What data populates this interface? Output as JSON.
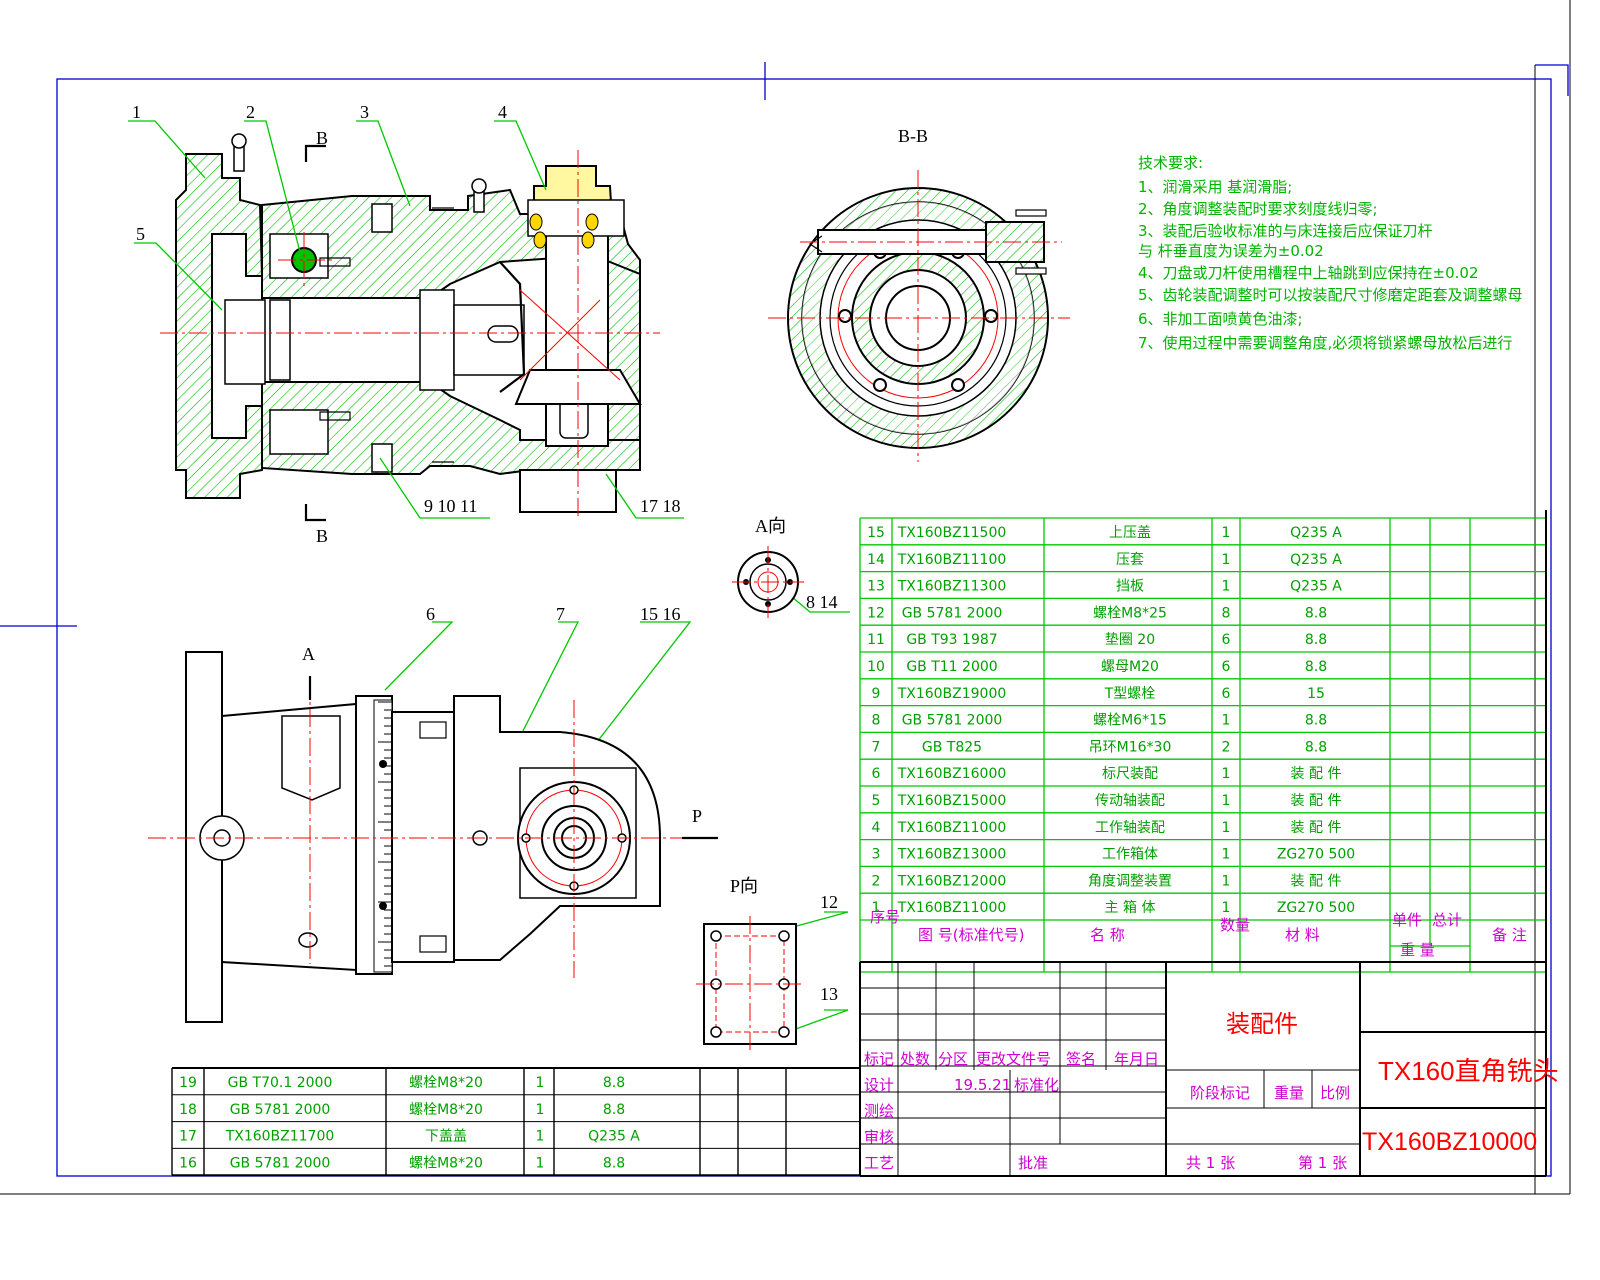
{
  "callouts": [
    "1",
    "2",
    "3",
    "4",
    "5",
    "9 10 11",
    "17 18",
    "6",
    "7",
    "15 16",
    "8 14",
    "12",
    "13"
  ],
  "view_labels": {
    "b_top": "B",
    "b_bottom": "B",
    "section_bb": "B-B",
    "a_arrow": "A",
    "a_view": "A向",
    "p_arrow": "P",
    "p_view": "P向"
  },
  "tech_requirements": {
    "title": "技术要求:",
    "items": [
      "1、润滑采用   基润滑脂;",
      "2、角度调整装配时要求刻度线归零;",
      "3、装配后验收标准的与床连接后应保证刀杆",
      "    与   杆垂直度为误差为±0.02",
      "4、刀盘或刀杆使用槽程中上轴跳到应保持在±0.02",
      "5、齿轮装配调整时可以按装配尺寸修磨定距套及调整螺母",
      "6、非加工面喷黄色油漆;",
      "7、使用过程中需要调整角度,必须将锁紧螺母放松后进行"
    ]
  },
  "bom_main": {
    "rows": [
      [
        "15",
        "TX160BZ11500",
        "上压盖",
        "1",
        "Q235 A"
      ],
      [
        "14",
        "TX160BZ11100",
        "压套",
        "1",
        "Q235 A"
      ],
      [
        "13",
        "TX160BZ11300",
        "挡板",
        "1",
        "Q235 A"
      ],
      [
        "12",
        "GB 5781 2000",
        "螺栓M8*25",
        "8",
        "8.8"
      ],
      [
        "11",
        "GB T93 1987",
        "垫圈 20",
        "6",
        "8.8"
      ],
      [
        "10",
        "GB T11 2000",
        "螺母M20",
        "6",
        "8.8"
      ],
      [
        "9",
        "TX160BZ19000",
        "T型螺栓",
        "6",
        "15"
      ],
      [
        "8",
        "GB 5781 2000",
        "螺栓M6*15",
        "1",
        "8.8"
      ],
      [
        "7",
        "GB T825",
        "吊环M16*30",
        "2",
        "8.8"
      ],
      [
        "6",
        "TX160BZ16000",
        "标尺装配",
        "1",
        "装 配 件"
      ],
      [
        "5",
        "TX160BZ15000",
        "传动轴装配",
        "1",
        "装 配 件"
      ],
      [
        "4",
        "TX160BZ11000",
        "工作轴装配",
        "1",
        "装 配 件"
      ],
      [
        "3",
        "TX160BZ13000",
        "工作箱体",
        "1",
        "ZG270 500"
      ],
      [
        "2",
        "TX160BZ12000",
        "角度调整装置",
        "1",
        "装 配 件"
      ],
      [
        "1",
        "TX160BZ11000",
        "主 箱 体",
        "1",
        "ZG270 500"
      ]
    ],
    "header": {
      "seq": "序号",
      "drawing_no": "图 号(标准代号)",
      "name": "名   称",
      "qty": "数量",
      "material": "材   料",
      "unit": "单件",
      "total": "总计",
      "weight": "重   量",
      "remark": "备   注"
    }
  },
  "bom_lower": {
    "rows": [
      [
        "19",
        "GB T70.1 2000",
        "螺栓M8*20",
        "1",
        "8.8"
      ],
      [
        "18",
        "GB 5781 2000",
        "螺栓M8*20",
        "1",
        "8.8"
      ],
      [
        "17",
        "TX160BZ11700",
        "下盖盖",
        "1",
        "Q235 A"
      ],
      [
        "16",
        "GB 5781 2000",
        "螺栓M8*20",
        "1",
        "8.8"
      ]
    ]
  },
  "title_block": {
    "assembly": "装配件",
    "title": "TX160直角铣头",
    "drawing_number": "TX160BZ10000",
    "labels": {
      "mark": "标记",
      "count": "处数",
      "zone": "分区",
      "change_doc": "更改文件号",
      "sign": "签名",
      "date": "年月日",
      "design": "设计",
      "date_value": "19.5.21",
      "standardize": "标准化",
      "draw": "测绘",
      "review": "审核",
      "process": "工艺",
      "approve": "批准",
      "stage": "阶段标记",
      "weight": "重量",
      "scale": "比例",
      "total_sheets": "共 1 张",
      "sheet_no": "第 1 张"
    }
  }
}
